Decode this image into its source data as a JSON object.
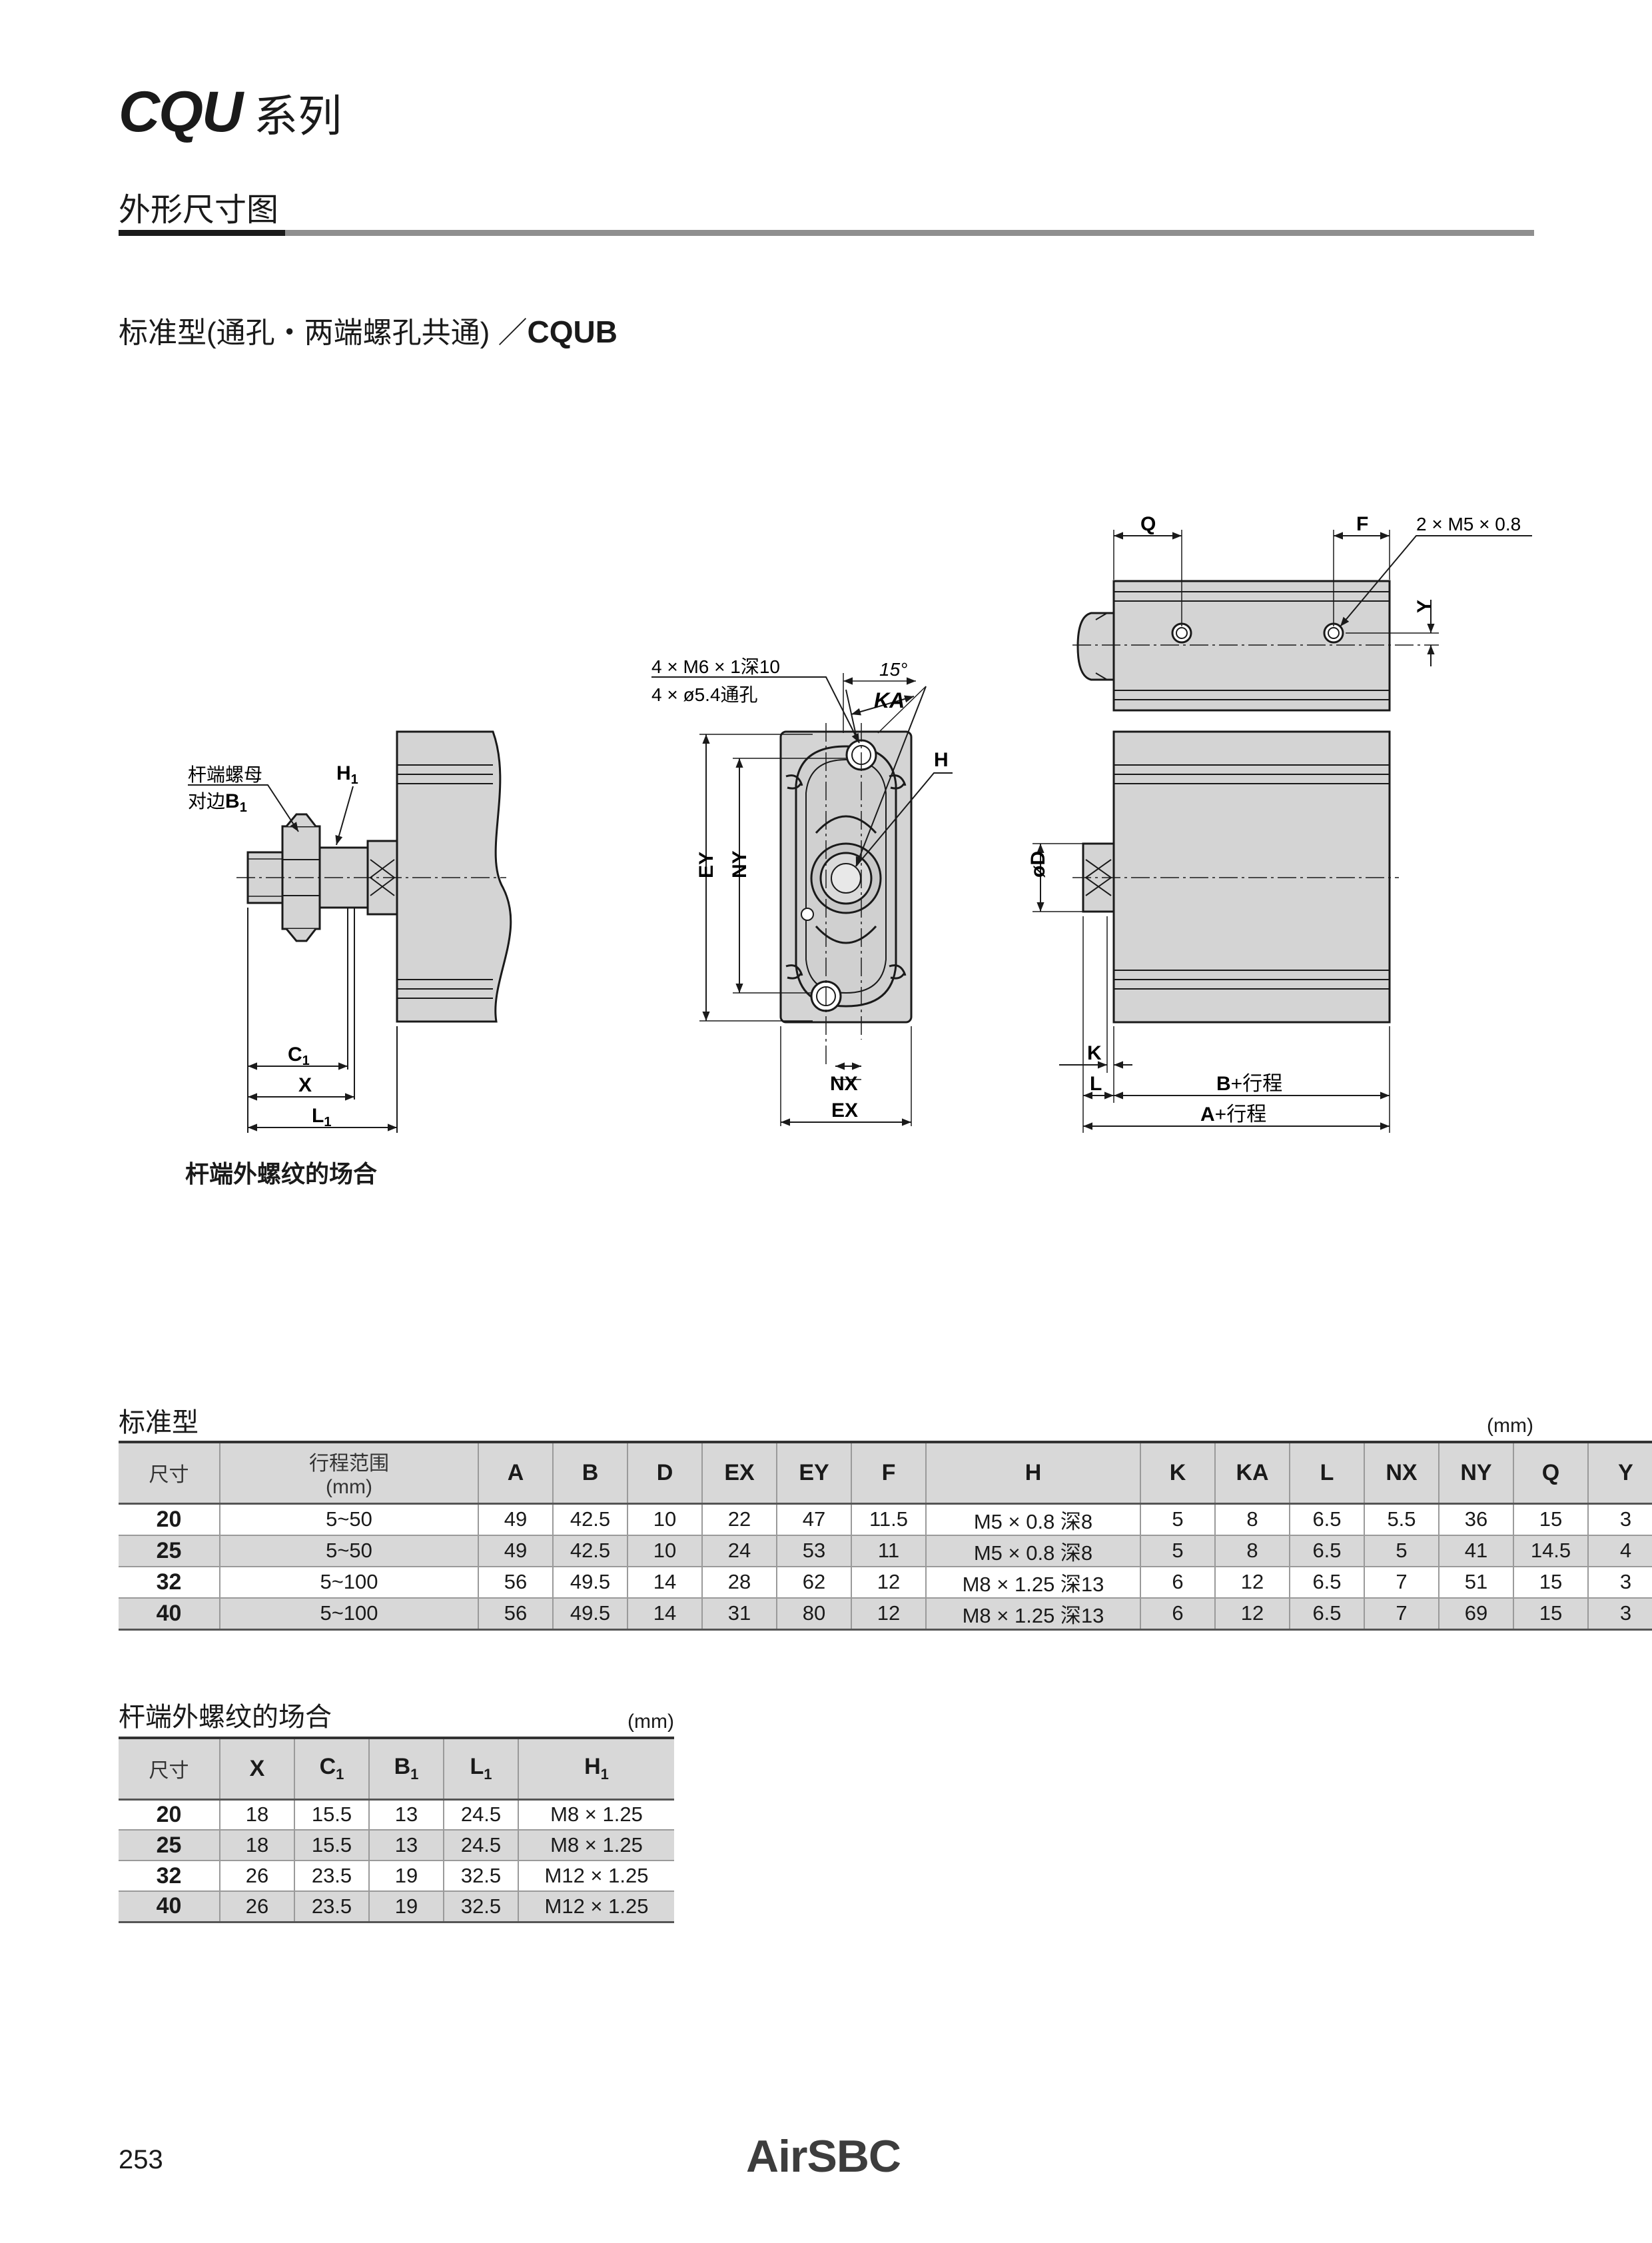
{
  "header": {
    "series_code": "CQU",
    "series_suffix": "系列"
  },
  "section": {
    "title": "外形尺寸图"
  },
  "subtitle": {
    "text": "标准型(通孔・两端螺孔共通) ／",
    "model": "CQUB"
  },
  "drawing": {
    "labels": {
      "rod_nut": "杆端螺母",
      "across_flats_prefix": "对边",
      "across_flats_sym": "B",
      "sub_1": "1",
      "h1": "H",
      "c1": "C",
      "x": "X",
      "l1": "L",
      "mount_thread": "4 × M6 × 1深10",
      "mount_hole": "4 × ø5.4通孔",
      "angle": "15°",
      "ka": "KA",
      "h": "H",
      "ey": "EY",
      "ny": "NY",
      "nx": "NX",
      "ex": "EX",
      "q": "Q",
      "f": "F",
      "port": "2 × M5 × 0.8",
      "y": "Y",
      "od": "øD",
      "k": "K",
      "l": "L",
      "b_stroke_sym": "B",
      "a_stroke_sym": "A",
      "stroke_suffix": "+行程"
    },
    "caption_external": "杆端外螺纹的场合"
  },
  "table_standard": {
    "title": "标准型",
    "unit": "(mm)",
    "header_size": "尺寸",
    "header_stroke_line1": "行程范围",
    "header_stroke_line2": "(mm)",
    "columns": [
      "A",
      "B",
      "D",
      "EX",
      "EY",
      "F",
      "H",
      "K",
      "KA",
      "L",
      "NX",
      "NY",
      "Q",
      "Y"
    ],
    "rows": [
      [
        "20",
        "5~50",
        "49",
        "42.5",
        "10",
        "22",
        "47",
        "11.5",
        "M5 × 0.8 深8",
        "5",
        "8",
        "6.5",
        "5.5",
        "36",
        "15",
        "3"
      ],
      [
        "25",
        "5~50",
        "49",
        "42.5",
        "10",
        "24",
        "53",
        "11",
        "M5 × 0.8 深8",
        "5",
        "8",
        "6.5",
        "5",
        "41",
        "14.5",
        "4"
      ],
      [
        "32",
        "5~100",
        "56",
        "49.5",
        "14",
        "28",
        "62",
        "12",
        "M8 × 1.25 深13",
        "6",
        "12",
        "6.5",
        "7",
        "51",
        "15",
        "3"
      ],
      [
        "40",
        "5~100",
        "56",
        "49.5",
        "14",
        "31",
        "80",
        "12",
        "M8 × 1.25 深13",
        "6",
        "12",
        "6.5",
        "7",
        "69",
        "15",
        "3"
      ]
    ]
  },
  "table_external": {
    "title": "杆端外螺纹的场合",
    "unit": "(mm)",
    "header_size": "尺寸",
    "columns": [
      {
        "sym": "X",
        "sub": ""
      },
      {
        "sym": "C",
        "sub": "1"
      },
      {
        "sym": "B",
        "sub": "1"
      },
      {
        "sym": "L",
        "sub": "1"
      },
      {
        "sym": "H",
        "sub": "1"
      }
    ],
    "rows": [
      [
        "20",
        "18",
        "15.5",
        "13",
        "24.5",
        "M8 × 1.25"
      ],
      [
        "25",
        "18",
        "15.5",
        "13",
        "24.5",
        "M8 × 1.25"
      ],
      [
        "32",
        "26",
        "23.5",
        "19",
        "32.5",
        "M12 × 1.25"
      ],
      [
        "40",
        "26",
        "23.5",
        "19",
        "32.5",
        "M12 × 1.25"
      ]
    ]
  },
  "footer": {
    "page_number": "253",
    "logo": "AirSBC"
  }
}
